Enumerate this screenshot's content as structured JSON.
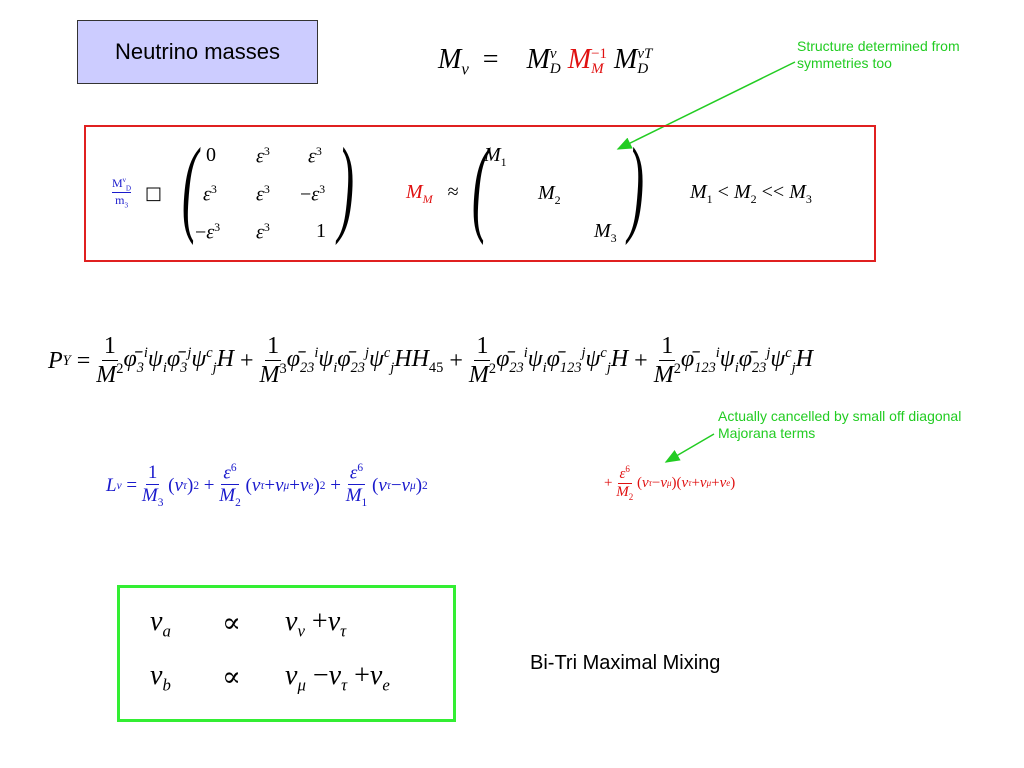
{
  "title": "Neutrino masses",
  "annotations": {
    "structure_note_1": "Structure determined from",
    "structure_note_2": "symmetries too",
    "cancel_note_1": "Actually cancelled by small off diagonal",
    "cancel_note_2": "Majorana terms"
  },
  "matrix_D": {
    "rows": [
      [
        "0",
        "ε",
        "ε"
      ],
      [
        "ε",
        "ε",
        "−ε"
      ],
      [
        "−ε",
        "ε",
        "1"
      ]
    ],
    "exponent": "3",
    "prefactor_num": "M",
    "prefactor_den": "m"
  },
  "matrix_M": {
    "entries": [
      "M",
      "M",
      "M"
    ],
    "subs": [
      "1",
      "2",
      "3"
    ]
  },
  "hierarchy": "M₁ < M₂ << M₃",
  "footer_label": "Bi-Tri Maximal Mixing",
  "colors": {
    "red": "#e01010",
    "blue": "#1a1acc",
    "green_note": "#22cc22",
    "title_bg": "#ccccff"
  }
}
